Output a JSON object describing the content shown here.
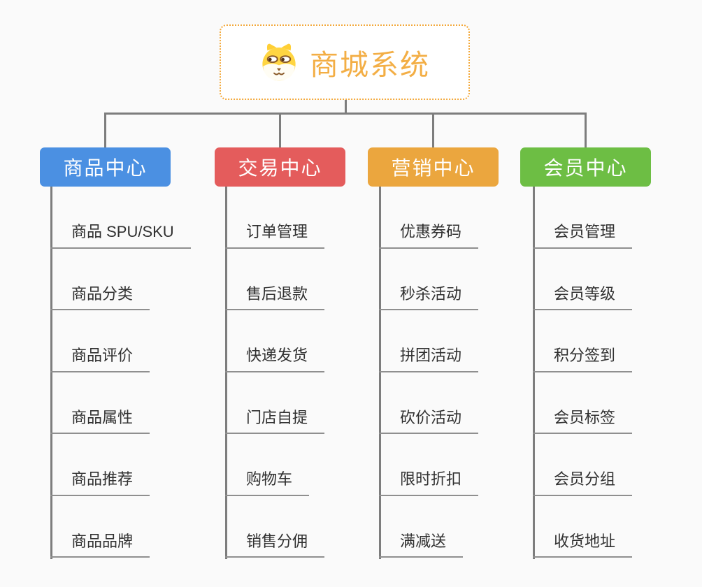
{
  "canvas": {
    "background": "#fafafa",
    "connector_color": "#7d7d7d",
    "underline_color": "#8f8f8f"
  },
  "root": {
    "title": "商城系统",
    "icon": "dog-face-icon",
    "text_color": "#f3ae45",
    "border_color": "#f3a93c"
  },
  "branches": [
    {
      "label": "商品中心",
      "color": "#4b90e2",
      "children": [
        "商品 SPU/SKU",
        "商品分类",
        "商品评价",
        "商品属性",
        "商品推荐",
        "商品品牌"
      ]
    },
    {
      "label": "交易中心",
      "color": "#e45c5c",
      "children": [
        "订单管理",
        "售后退款",
        "快递发货",
        "门店自提",
        "购物车",
        "销售分佣"
      ]
    },
    {
      "label": "营销中心",
      "color": "#eba63e",
      "children": [
        "优惠券码",
        "秒杀活动",
        "拼团活动",
        "砍价活动",
        "限时折扣",
        "满减送"
      ]
    },
    {
      "label": "会员中心",
      "color": "#6dbe44",
      "children": [
        "会员管理",
        "会员等级",
        "积分签到",
        "会员标签",
        "会员分组",
        "收货地址"
      ]
    }
  ]
}
